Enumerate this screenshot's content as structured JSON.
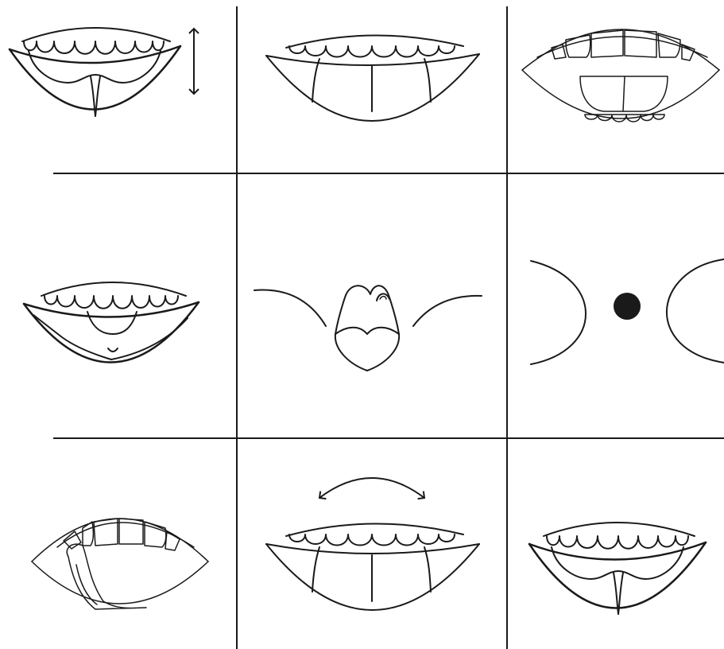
{
  "figure": {
    "description_kind": "grid of mouth/tongue position illustrations",
    "rows": 3,
    "columns": 3,
    "colors": {
      "stroke": "#1a1a1a",
      "background": "#ffffff"
    },
    "cells": [
      {
        "id": "cell-1",
        "icon": "mouth-open-tongue-tip-up-icon",
        "overlay": "vertical-double-arrow-icon"
      },
      {
        "id": "cell-2",
        "icon": "mouth-open-tongue-flat-icon",
        "overlay": ""
      },
      {
        "id": "cell-3",
        "icon": "mouth-wide-open-both-teeth-icon",
        "overlay": ""
      },
      {
        "id": "cell-4",
        "icon": "mouth-open-tongue-tip-under-lip-icon",
        "overlay": ""
      },
      {
        "id": "cell-5",
        "icon": "tongue-tip-between-lips-icon",
        "overlay": ""
      },
      {
        "id": "cell-6",
        "icon": "lips-with-dot-icon",
        "overlay": ""
      },
      {
        "id": "cell-7",
        "icon": "tongue-to-corner-icon",
        "overlay": ""
      },
      {
        "id": "cell-8",
        "icon": "mouth-open-tongue-flat-icon",
        "overlay": "horizontal-curved-double-arrow-icon"
      },
      {
        "id": "cell-9",
        "icon": "mouth-open-tongue-tip-up-icon",
        "overlay": ""
      }
    ]
  }
}
